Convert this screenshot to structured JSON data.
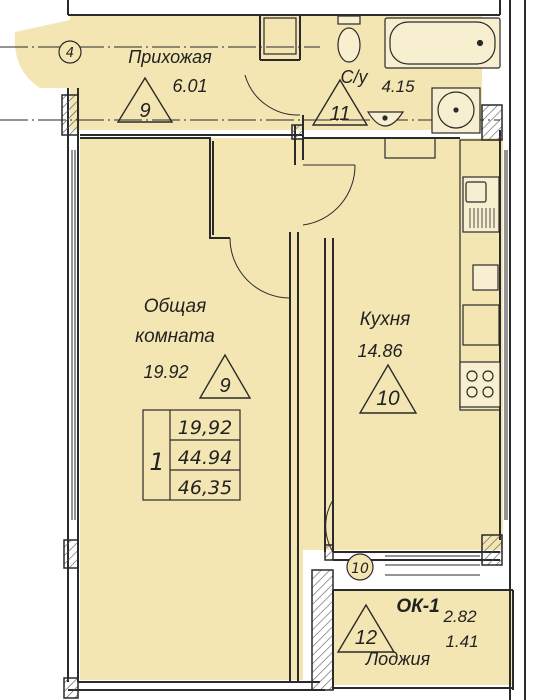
{
  "rooms": {
    "hallway": {
      "name": "Прихожая",
      "area": "6.01",
      "mark": "9"
    },
    "bathroom": {
      "name": "С/у",
      "area": "4.15",
      "mark": "11"
    },
    "living": {
      "name_line1": "Общая",
      "name_line2": "комната",
      "area": "19.92",
      "mark": "9"
    },
    "kitchen": {
      "name": "Кухня",
      "area": "14.86",
      "mark": "10"
    },
    "loggia": {
      "name": "Лоджия",
      "window": "ОК-1",
      "area": "2.82",
      "area_reduced": "1.41",
      "mark": "12"
    }
  },
  "summary": {
    "rooms_count": "1",
    "living_area": "19,92",
    "total_area": "44.94",
    "total_with_loggia": "46,35"
  },
  "axis_marks": {
    "axis_4": "4",
    "mark_10": "10"
  },
  "colors": {
    "fill": "#f3e6b3",
    "wall": "#2a2a2a",
    "hatch": "#555555"
  }
}
